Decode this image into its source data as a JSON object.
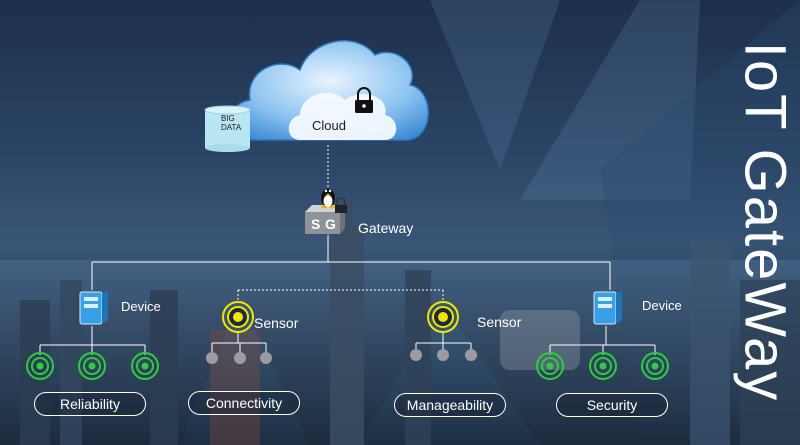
{
  "title": "IoT GateWay",
  "cloud": {
    "label": "Cloud",
    "icon": "lock-icon"
  },
  "big_data": {
    "line1": "BIG",
    "line2": "DATA"
  },
  "gateway": {
    "label": "Gateway",
    "badge_s": "S",
    "badge_g": "G",
    "icon": "linux-penguin-icon"
  },
  "nodes": {
    "device_left": "Device",
    "device_right": "Device",
    "sensor_left": "Sensor",
    "sensor_right": "Sensor"
  },
  "captions": {
    "reliability": "Reliability",
    "connectivity": "Connectivity",
    "manageability": "Manageability",
    "security": "Security"
  },
  "colors": {
    "accent_green": "#2ecc40",
    "sensor_yellow": "#f2e600",
    "device_blue": "#3aa0e6",
    "cloud_blue": "#5aa8e8"
  }
}
